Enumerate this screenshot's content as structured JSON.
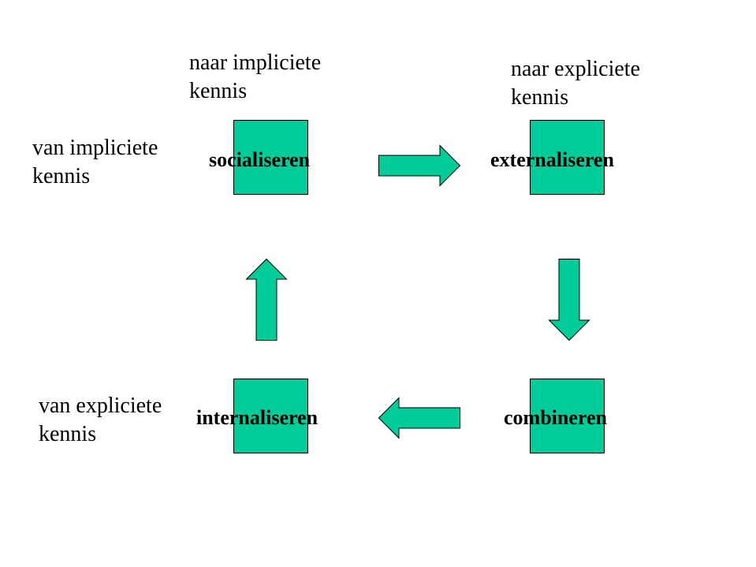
{
  "colors": {
    "box_fill": "#00cc99",
    "arrow_fill": "#00cc99",
    "outline": "#000000",
    "background": "#ffffff"
  },
  "headers": {
    "col_implicit": [
      "naar impliciete",
      "kennis"
    ],
    "col_explicit": [
      "naar expliciete",
      "kennis"
    ],
    "row_implicit": [
      "van impliciete",
      "kennis"
    ],
    "row_explicit": [
      "van expliciete",
      "kennis"
    ]
  },
  "processes": {
    "socialization": "socialiseren",
    "externalization": "externaliseren",
    "combination": "combineren",
    "internalization": "internaliseren"
  },
  "flow": [
    {
      "from": "socialiseren",
      "to": "externaliseren",
      "direction": "right"
    },
    {
      "from": "externaliseren",
      "to": "combineren",
      "direction": "down"
    },
    {
      "from": "combineren",
      "to": "internaliseren",
      "direction": "left"
    },
    {
      "from": "internaliseren",
      "to": "socialiseren",
      "direction": "up"
    }
  ]
}
